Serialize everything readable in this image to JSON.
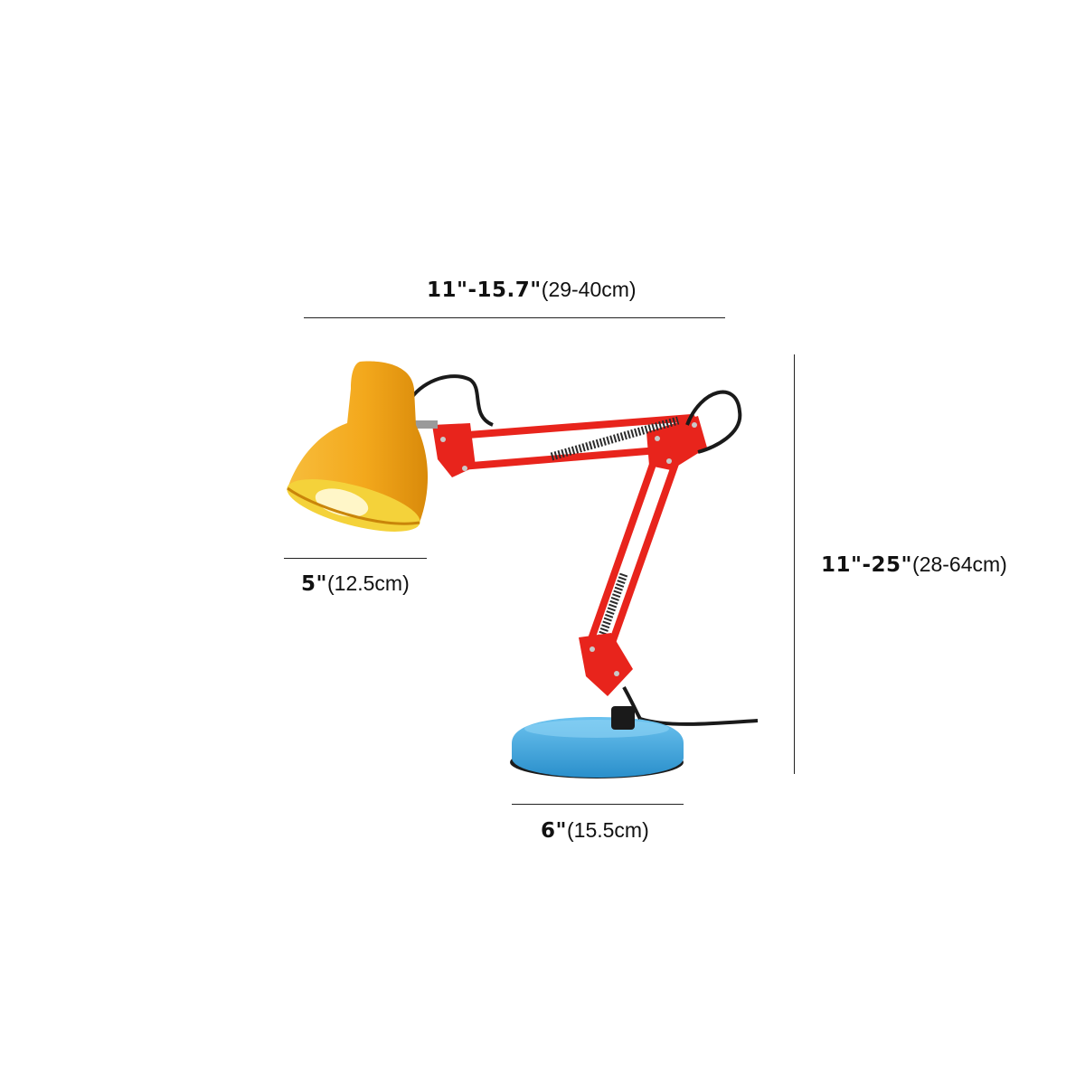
{
  "dimensions": {
    "width": {
      "bold": "11\"-15.7\"",
      "metric": "(29-40cm)"
    },
    "shade_diameter": {
      "bold": "5\"",
      "metric": "(12.5cm)"
    },
    "height": {
      "bold": "11\"-25\"",
      "metric": "(28-64cm)"
    },
    "base_diameter": {
      "bold": "6\"",
      "metric": "(15.5cm)"
    }
  },
  "colors": {
    "shade": "#f2a316",
    "arm": "#e8241c",
    "base": "#3ea8e0",
    "cord": "#1a1a1a"
  }
}
